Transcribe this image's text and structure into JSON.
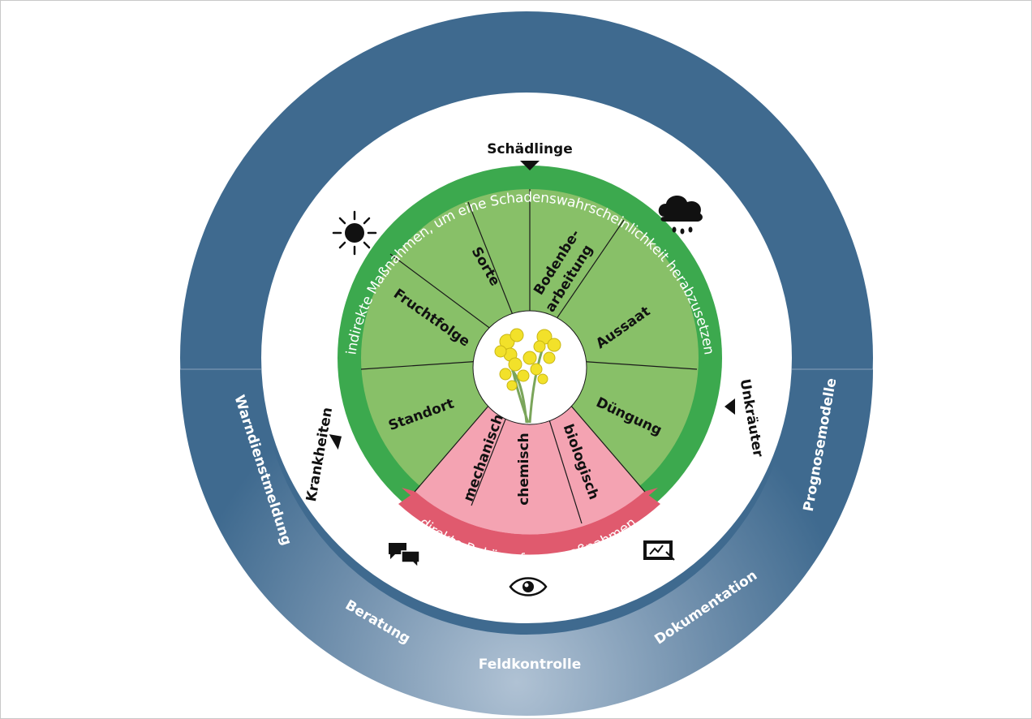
{
  "outer_ring": {
    "labels": [
      "Warndienstmeldung",
      "Beratung",
      "Feldkontrolle",
      "Dokumentation",
      "Prognosemodelle"
    ]
  },
  "threats": {
    "top": "Schädlinge",
    "left": "Krankheiten",
    "right": "Unkräuter"
  },
  "indirect_ring_text": "indirekte Maßnahmen, um eine Schadenswahrscheinlichkeit herabzusetzen",
  "direct_ring_text": "direkte Bekämpfungsmaßnahmen",
  "segments_indirect": [
    "Standort",
    "Fruchtfolge",
    "Sorte",
    "Bodenbe-",
    "arbeitung",
    "Aussaat",
    "Düngung"
  ],
  "segments_direct": [
    "mechanisch",
    "chemisch",
    "biologisch"
  ],
  "icons": [
    "sun-icon",
    "rain-cloud-icon",
    "speech-bubbles-icon",
    "eye-icon",
    "tablet-chart-icon",
    "rapeseed-plant-icon"
  ],
  "colors": {
    "outer_ring": "#3f6a8f",
    "outer_ring_light": "#a7b9cb",
    "indirect_ring": "#3ca94e",
    "indirect_fill": "#88c068",
    "direct_ring": "#e05a6e",
    "direct_fill": "#f4a3b2",
    "plant_yellow": "#f2e12a"
  }
}
